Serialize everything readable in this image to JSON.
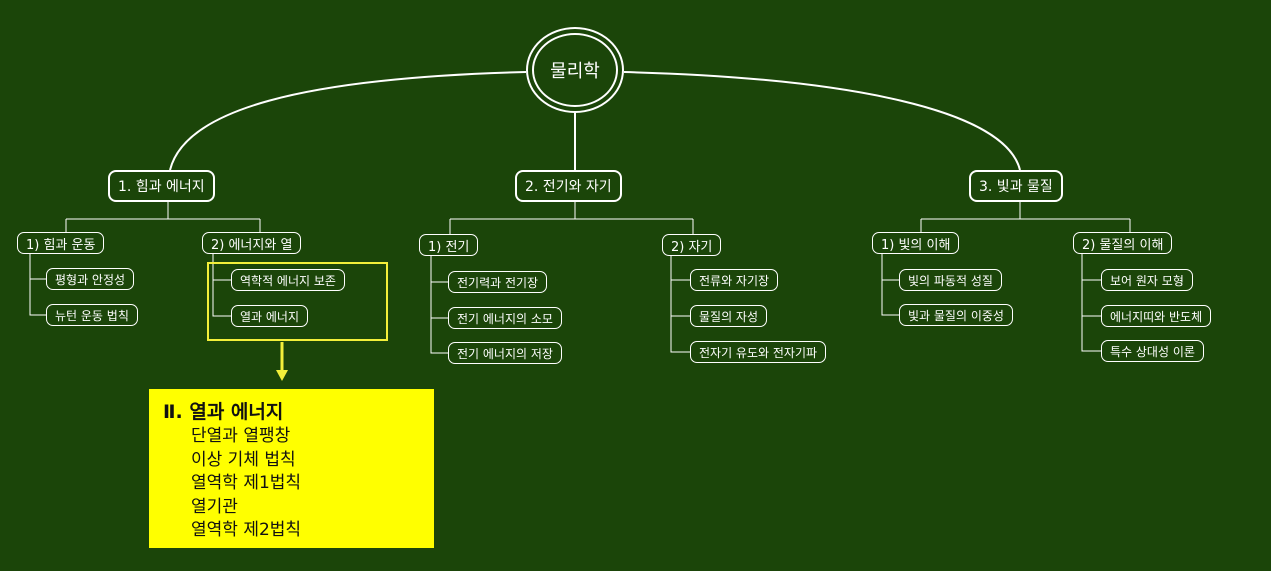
{
  "root": "물리학",
  "sections": [
    {
      "label": "1. 힘과 에너지",
      "groups": [
        {
          "label": "1) 힘과 운동",
          "items": [
            "평형과 안정성",
            "뉴턴 운동 법칙"
          ]
        },
        {
          "label": "2) 에너지와 열",
          "items": [
            "역학적 에너지 보존",
            "열과 에너지"
          ]
        }
      ]
    },
    {
      "label": "2. 전기와 자기",
      "groups": [
        {
          "label": "1) 전기",
          "items": [
            "전기력과 전기장",
            "전기 에너지의 소모",
            "전기 에너지의 저장"
          ]
        },
        {
          "label": "2) 자기",
          "items": [
            "전류와 자기장",
            "물질의 자성",
            "전자기 유도와 전자기파"
          ]
        }
      ]
    },
    {
      "label": "3. 빛과 물질",
      "groups": [
        {
          "label": "1) 빛의 이해",
          "items": [
            "빛의 파동적 성질",
            "빛과 물질의 이중성"
          ]
        },
        {
          "label": "2) 물질의 이해",
          "items": [
            "보어 원자 모형",
            "에너지띠와 반도체",
            "특수 상대성 이론"
          ]
        }
      ]
    }
  ],
  "callout": {
    "title": "Ⅱ. 열과 에너지",
    "items": [
      "단열과 열팽창",
      "이상 기체 법칙",
      "열역학 제1법칙",
      "열기관",
      "열역학 제2법칙"
    ]
  },
  "colors": {
    "background": "#1b4509",
    "line": "#ffffff",
    "highlight": "#f2ef3a",
    "callout": "#ffff00"
  }
}
